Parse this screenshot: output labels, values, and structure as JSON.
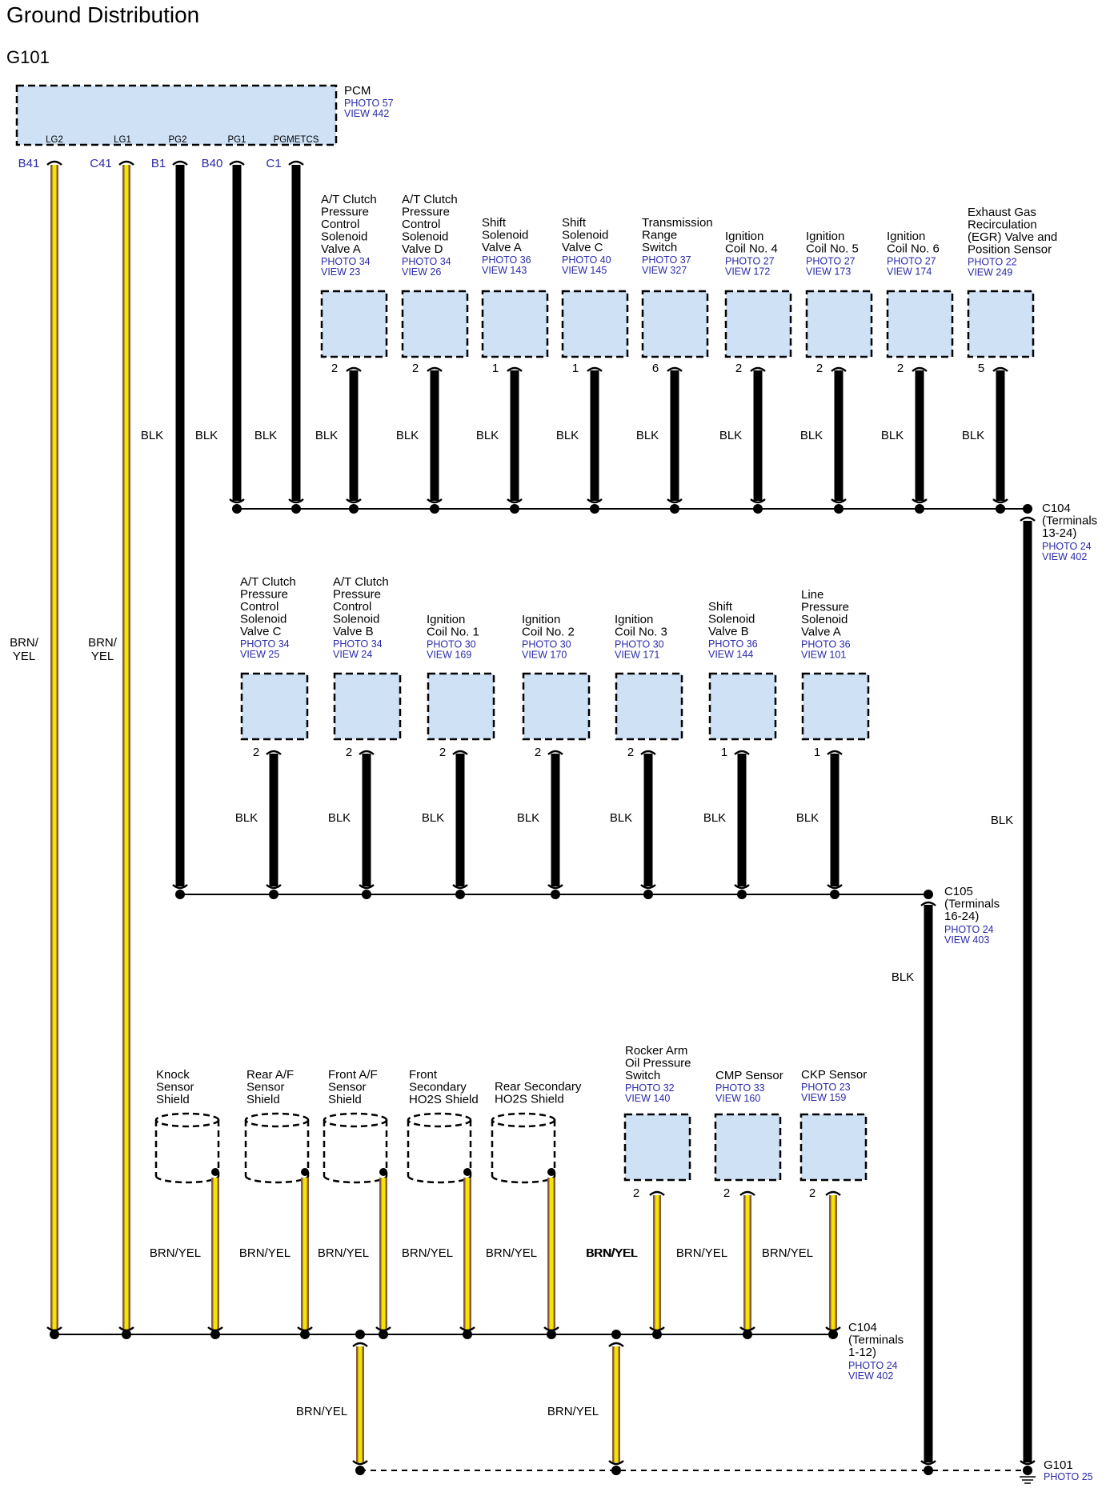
{
  "title": "Ground Distribution",
  "subtitle": "G101",
  "pcm": {
    "name": "PCM",
    "photo": "PHOTO 57",
    "view": "VIEW 442",
    "terminals": [
      {
        "label": "LG2",
        "cavity": "B41"
      },
      {
        "label": "LG1",
        "cavity": "C41"
      },
      {
        "label": "PG2",
        "cavity": "B1"
      },
      {
        "label": "PG1",
        "cavity": "B40"
      },
      {
        "label": "PGMETCS",
        "cavity": "C1"
      }
    ]
  },
  "wire_colors": {
    "blk": "BLK",
    "brn_yel_split": [
      "BRN/",
      "YEL"
    ],
    "brn_yel": "BRN/YEL"
  },
  "colors": {
    "component_fill": "#cfe1f5",
    "wire_black": "#000000",
    "wire_brn": "#8b5a3c",
    "wire_yel": "#f2e600",
    "ref_text": "#2a2aa8"
  },
  "row1_components": [
    {
      "name": [
        "A/T Clutch",
        "Pressure",
        "Control",
        "Solenoid",
        "Valve A"
      ],
      "photo": "PHOTO 34",
      "view": "VIEW 23",
      "pin": "2"
    },
    {
      "name": [
        "A/T Clutch",
        "Pressure",
        "Control",
        "Solenoid",
        "Valve D"
      ],
      "photo": "PHOTO 34",
      "view": "VIEW 26",
      "pin": "2"
    },
    {
      "name": [
        "Shift",
        "Solenoid",
        "Valve A"
      ],
      "photo": "PHOTO 36",
      "view": "VIEW 143",
      "pin": "1"
    },
    {
      "name": [
        "Shift",
        "Solenoid",
        "Valve C"
      ],
      "photo": "PHOTO 40",
      "view": "VIEW 145",
      "pin": "1"
    },
    {
      "name": [
        "Transmission",
        "Range",
        "Switch"
      ],
      "photo": "PHOTO 37",
      "view": "VIEW 327",
      "pin": "6"
    },
    {
      "name": [
        "Ignition",
        "Coil No. 4"
      ],
      "photo": "PHOTO 27",
      "view": "VIEW 172",
      "pin": "2"
    },
    {
      "name": [
        "Ignition",
        "Coil No. 5"
      ],
      "photo": "PHOTO 27",
      "view": "VIEW 173",
      "pin": "2"
    },
    {
      "name": [
        "Ignition",
        "Coil No. 6"
      ],
      "photo": "PHOTO 27",
      "view": "VIEW 174",
      "pin": "2"
    },
    {
      "name": [
        "Exhaust Gas",
        "Recirculation",
        "(EGR) Valve and",
        "Position Sensor"
      ],
      "photo": "PHOTO 22",
      "view": "VIEW 249",
      "pin": "5"
    }
  ],
  "row2_components": [
    {
      "name": [
        "A/T Clutch",
        "Pressure",
        "Control",
        "Solenoid",
        "Valve C"
      ],
      "photo": "PHOTO 34",
      "view": "VIEW 25",
      "pin": "2"
    },
    {
      "name": [
        "A/T Clutch",
        "Pressure",
        "Control",
        "Solenoid",
        "Valve B"
      ],
      "photo": "PHOTO 34",
      "view": "VIEW 24",
      "pin": "2"
    },
    {
      "name": [
        "Ignition",
        "Coil No. 1"
      ],
      "photo": "PHOTO 30",
      "view": "VIEW 169",
      "pin": "2"
    },
    {
      "name": [
        "Ignition",
        "Coil No. 2"
      ],
      "photo": "PHOTO 30",
      "view": "VIEW 170",
      "pin": "2"
    },
    {
      "name": [
        "Ignition",
        "Coil No. 3"
      ],
      "photo": "PHOTO 30",
      "view": "VIEW 171",
      "pin": "2"
    },
    {
      "name": [
        "Shift",
        "Solenoid",
        "Valve B"
      ],
      "photo": "PHOTO 36",
      "view": "VIEW 144",
      "pin": "1"
    },
    {
      "name": [
        "Line",
        "Pressure",
        "Solenoid",
        "Valve A"
      ],
      "photo": "PHOTO 36",
      "view": "VIEW 101",
      "pin": "1"
    }
  ],
  "shields": [
    {
      "name": [
        "Knock",
        "Sensor",
        "Shield"
      ]
    },
    {
      "name": [
        "Rear A/F",
        "Sensor",
        "Shield"
      ]
    },
    {
      "name": [
        "Front A/F",
        "Sensor",
        "Shield"
      ]
    },
    {
      "name": [
        "Front",
        "Secondary",
        "HO2S Shield"
      ]
    },
    {
      "name": [
        "Rear Secondary",
        "HO2S Shield"
      ]
    }
  ],
  "row3_components": [
    {
      "name": [
        "Rocker Arm",
        "Oil Pressure",
        "Switch"
      ],
      "photo": "PHOTO 32",
      "view": "VIEW 140",
      "pin": "2"
    },
    {
      "name": [
        "CMP Sensor"
      ],
      "photo": "PHOTO 33",
      "view": "VIEW 160",
      "pin": "2"
    },
    {
      "name": [
        "CKP Sensor"
      ],
      "photo": "PHOTO 23",
      "view": "VIEW 159",
      "pin": "2"
    }
  ],
  "connectors": {
    "c104_upper": {
      "lines": [
        "C104",
        "(Terminals",
        "13-24)"
      ],
      "photo": "PHOTO 24",
      "view": "VIEW 402"
    },
    "c105": {
      "lines": [
        "C105",
        "(Terminals",
        "16-24)"
      ],
      "photo": "PHOTO 24",
      "view": "VIEW 403"
    },
    "c104_lower": {
      "lines": [
        "C104",
        "(Terminals",
        "1-12)"
      ],
      "photo": "PHOTO 24",
      "view": "VIEW 402"
    },
    "g101": {
      "lines": [
        "G101"
      ],
      "photo": "PHOTO 25"
    }
  }
}
